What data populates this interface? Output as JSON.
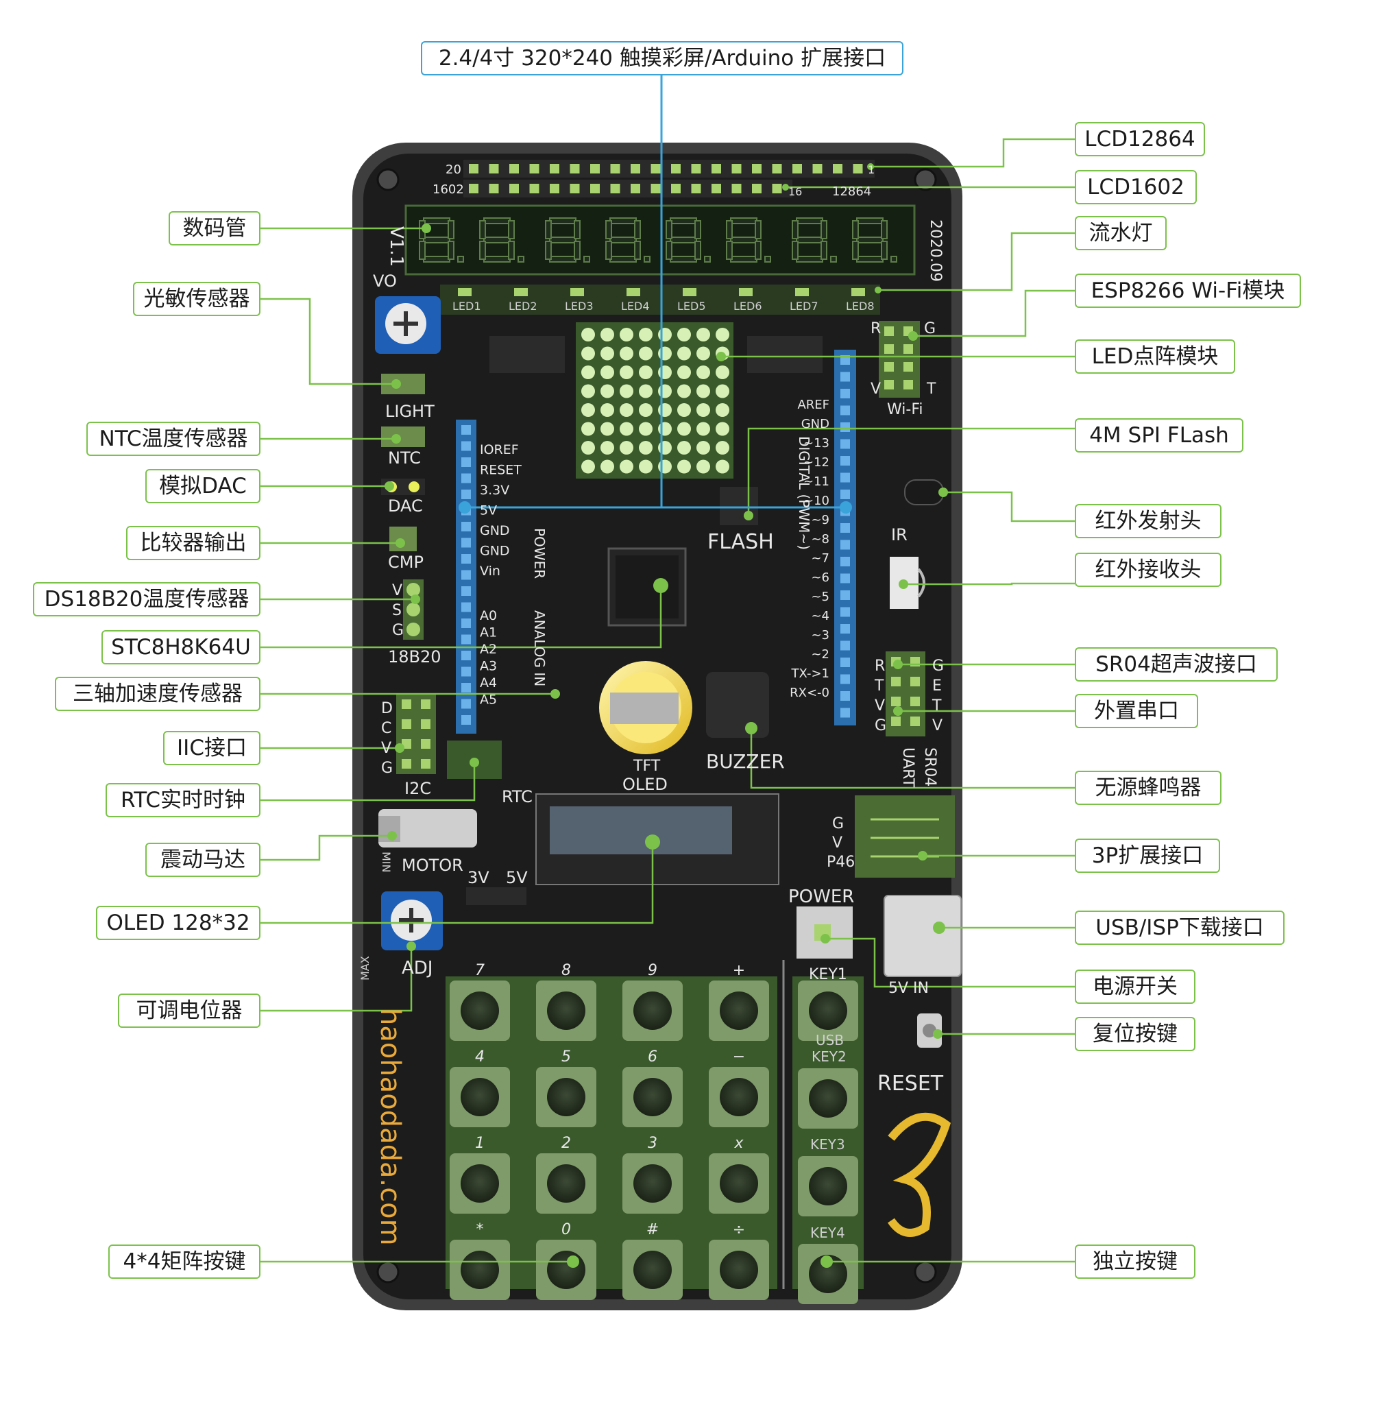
{
  "labels": {
    "top_header": "2.4/4寸 320*240 触摸彩屏/Arduino 扩展接口",
    "left": [
      "数码管",
      "光敏传感器",
      "NTC温度传感器",
      "模拟DAC",
      "比较器输出",
      "DS18B20温度传感器",
      "STC8H8K64U",
      "三轴加速度传感器",
      "IIC接口",
      "RTC实时时钟",
      "震动马达",
      "OLED 128*32",
      "可调电位器",
      "4*4矩阵按键"
    ],
    "right": [
      "LCD12864",
      "LCD1602",
      "流水灯",
      "ESP8266 Wi-Fi模块",
      "LED点阵模块",
      "4M SPI FLash",
      "红外发射头",
      "红外接收头",
      "SR04超声波接口",
      "外置串口",
      "无源蜂鸣器",
      "3P扩展接口",
      "USB/ISP下载接口",
      "电源开关",
      "复位按键",
      "独立按键"
    ]
  },
  "board": {
    "version": "V1.1",
    "date": "2020.09",
    "vo": "VO",
    "pin_20": "20",
    "pin_1602": "1602",
    "pin_16": "16",
    "pin_12864": "12864",
    "pin_1": "1",
    "led_labels": [
      "LED1",
      "LED2",
      "LED3",
      "LED4",
      "LED5",
      "LED6",
      "LED7",
      "LED8"
    ],
    "light": "LIGHT",
    "ntc": "NTC",
    "dac": "DAC",
    "cmp": "CMP",
    "ds18b20": "18B20",
    "ds_pins": [
      "V",
      "S",
      "G"
    ],
    "i2c": "I2C",
    "i2c_pins": [
      "D",
      "C",
      "V",
      "G"
    ],
    "rtc": "RTC",
    "motor": "MOTOR",
    "min": "MIN",
    "max": "MAX",
    "adj": "ADJ",
    "v3": "3V",
    "v5": "5V",
    "power_header": [
      "IOREF",
      "RESET",
      "3.3V",
      "5V",
      "GND",
      "GND",
      "Vin"
    ],
    "power": "POWER",
    "analog_pins": [
      "A0",
      "A1",
      "A2",
      "A3",
      "A4",
      "A5"
    ],
    "analog_in": "ANALOG IN",
    "digital_pins": [
      "AREF",
      "GND",
      "~13",
      "~12",
      "~11",
      "~10",
      "~9",
      "~8",
      "~7",
      "~6",
      "~5",
      "~4",
      "~3",
      "~2",
      "TX->1",
      "RX<-0"
    ],
    "digital_pwm": "DIGITAL (PWM~)",
    "flash": "FLASH",
    "buzzer": "BUZZER",
    "tft": "TFT",
    "oled": "OLED",
    "wifi": "Wi-Fi",
    "wifi_pins": [
      "R",
      "G",
      "V",
      "T"
    ],
    "ir": "IR",
    "uart": "UART",
    "sr04": "SR04",
    "uart_pins": [
      "R",
      "T",
      "V",
      "G"
    ],
    "sr04_pins": [
      "G",
      "E",
      "T",
      "V"
    ],
    "p46_pins": [
      "G",
      "V",
      "P46"
    ],
    "power_switch": "POWER",
    "key1": "KEY1",
    "usb_key2": [
      "USB",
      "KEY2"
    ],
    "key3": "KEY3",
    "key4": "KEY4",
    "v5_in": "5V IN",
    "reset": "RESET",
    "website": "haohaodada.com",
    "keypad": [
      "7",
      "8",
      "9",
      "+",
      "4",
      "5",
      "6",
      "−",
      "1",
      "2",
      "3",
      "x",
      "*",
      "0",
      "#",
      "÷"
    ]
  },
  "colors": {
    "accent_green": "#7cc24a",
    "accent_blue": "#3aa3d9",
    "board_bg": "#1e1e1e"
  }
}
